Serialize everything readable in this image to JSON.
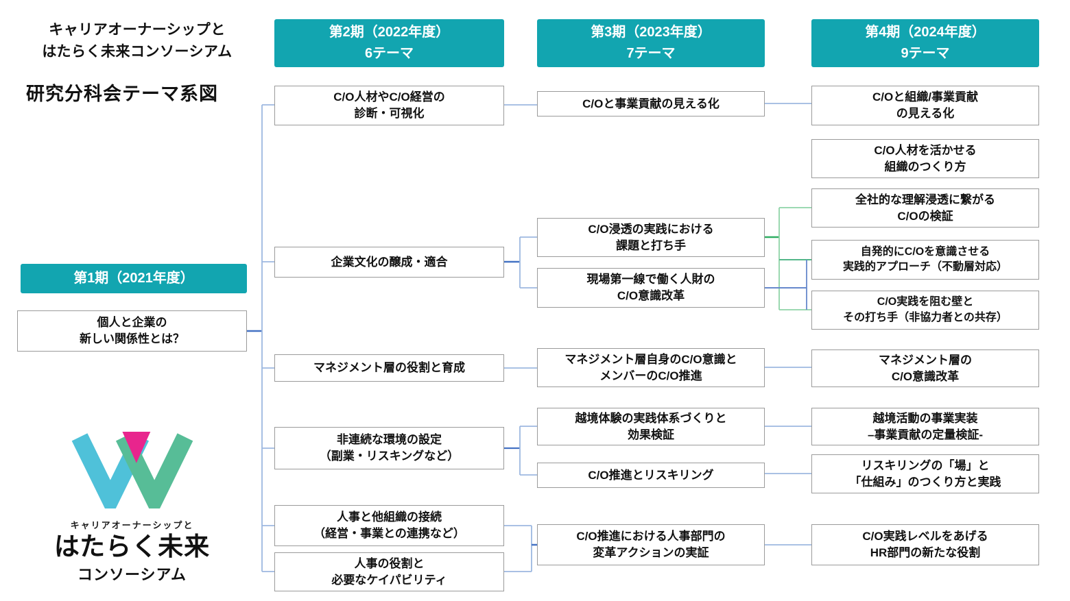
{
  "title": {
    "org": "キャリアオーナーシップと\nはたらく未来コンソーシアム",
    "subtitle": "研究分科会テーマ系図"
  },
  "phase1": {
    "header": "第1期（2021年度）",
    "box": "個人と企業の\n新しい関係性とは？"
  },
  "cols": [
    {
      "header": "第2期（2022年度）\n6テーマ",
      "boxes": [
        "C/O人材やC/O経営の\n診断・可視化",
        "企業文化の醸成・適合",
        "マネジメント層の役割と育成",
        "非連続な環境の設定\n（副業・リスキングなど）",
        "人事と他組織の接続\n（経営・事業との連携など）",
        "人事の役割と\n必要なケイパビリティ"
      ]
    },
    {
      "header": "第3期（2023年度）\n7テーマ",
      "boxes": [
        "C/Oと事業貢献の見える化",
        "C/O浸透の実践における\n課題と打ち手",
        "現場第一線で働く人財の\nC/O意識改革",
        "マネジメント層自身のC/O意識と\nメンバーのC/O推進",
        "越境体験の実践体系づくりと\n効果検証",
        "C/O推進とリスキリング",
        "C/O推進における人事部門の\n変革アクションの実証"
      ]
    },
    {
      "header": "第4期（2024年度）\n9テーマ",
      "boxes": [
        "C/Oと組織/事業貢献\nの見える化",
        "C/O人材を活かせる\n組織のつくり方",
        "全社的な理解浸透に繋がる\nC/Oの検証",
        "自発的にC/Oを意識させる\n実践的アプローチ（不動層対応）",
        "C/O実践を阻む壁と\nその打ち手（非協力者との共存）",
        "マネジメント層の\nC/O意識改革",
        "越境活動の事業実装\n–事業貢献の定量検証-",
        "リスキリングの「場」と\n「仕組み」のつくり方と実践",
        "C/O実践レベルをあげる\nHR部門の新たな役割"
      ]
    }
  ],
  "logo": {
    "tagline": "キャリアオーナーシップと",
    "name": "はたらく未来",
    "sub": "コンソーシアム"
  },
  "colors": {
    "teal_header": "#12a5b0",
    "connector_light_blue": "#9db8e0",
    "connector_dark_blue": "#4472c4",
    "connector_green_bright": "#2fae62",
    "connector_green_light": "#8fd4a8",
    "connector_green_mid": "#53b789",
    "connector_blue_mid": "#6688cc",
    "logo_cyan": "#4fc1d9",
    "logo_green": "#57bd97",
    "logo_magenta": "#e8258d"
  }
}
